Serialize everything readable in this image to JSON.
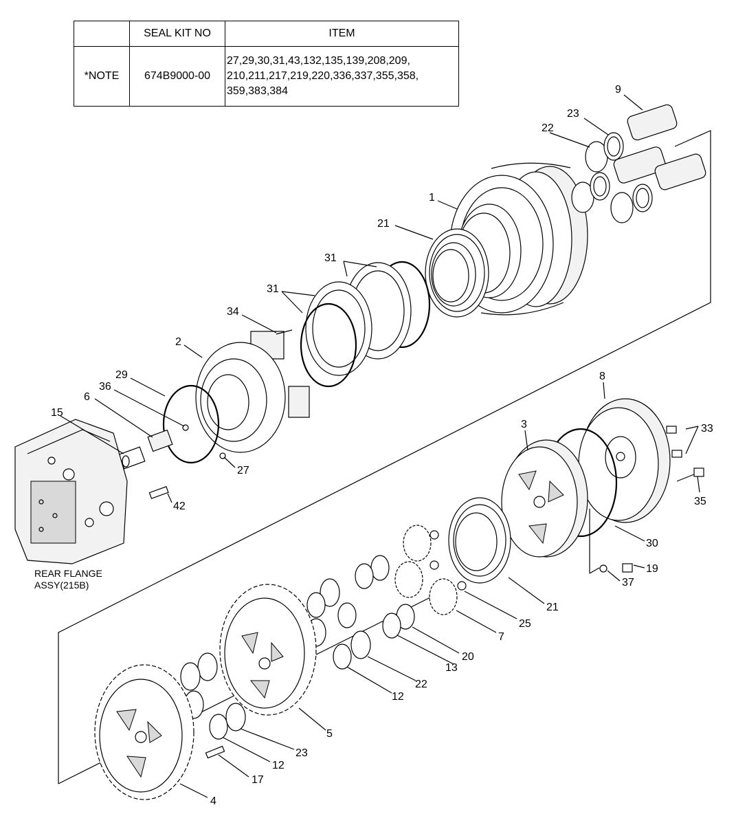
{
  "seal_kit_table": {
    "headers": [
      "",
      "SEAL KIT NO",
      "ITEM"
    ],
    "row": {
      "note": "*NOTE",
      "kit_no": "674B9000-00",
      "items_lines": [
        "27,29,30,31,43,132,135,139,208,209,",
        "210,211,217,219,220,336,337,355,358,",
        "359,383,384"
      ]
    }
  },
  "callouts": {
    "c1": "1",
    "c2": "2",
    "c3": "3",
    "c4": "4",
    "c5": "5",
    "c6": "6",
    "c7": "7",
    "c8": "8",
    "c9": "9",
    "c12a": "12",
    "c12b": "12",
    "c13": "13",
    "c15": "15",
    "c17": "17",
    "c19": "19",
    "c20": "20",
    "c21a": "21",
    "c21b": "21",
    "c22a": "22",
    "c22b": "22",
    "c23a": "23",
    "c23b": "23",
    "c25": "25",
    "c27": "27",
    "c29": "29",
    "c30": "30",
    "c31a": "31",
    "c31b": "31",
    "c33": "33",
    "c34": "34",
    "c35": "35",
    "c36": "36",
    "c37": "37",
    "c42": "42"
  },
  "rear_flange_label": [
    "REAR FLANGE",
    "ASSY(215B)"
  ]
}
